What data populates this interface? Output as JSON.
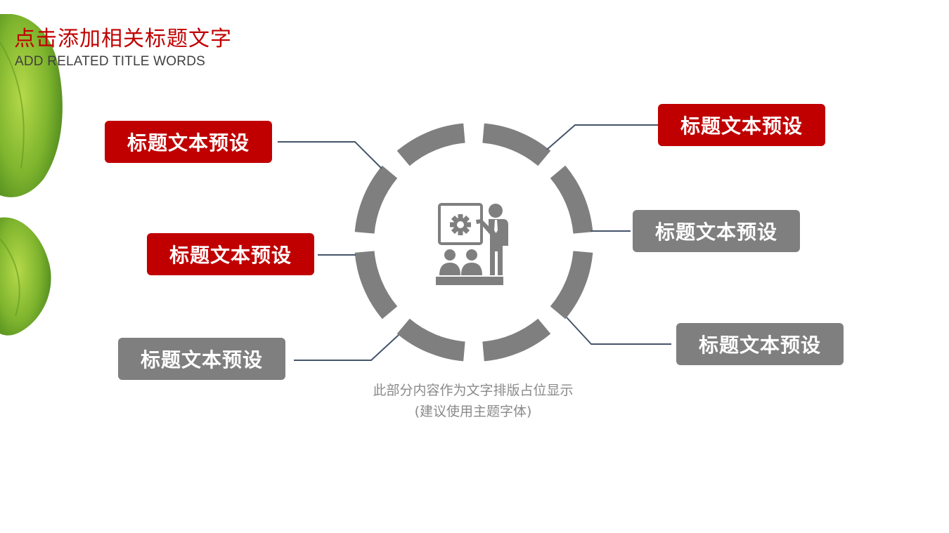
{
  "header": {
    "title": "点击添加相关标题文字",
    "subtitle": "ADD RELATED TITLE WORDS"
  },
  "colors": {
    "accent_red": "#c00000",
    "neutral_gray": "#7f7f7f",
    "connector_line": "#44546a",
    "caption_text": "#8a8a8a",
    "leaf_green": "#7fb52e"
  },
  "center_icon": "presentation-teacher-icon",
  "labels": [
    {
      "text": "标题文本预设",
      "variant": "red"
    },
    {
      "text": "标题文本预设",
      "variant": "red"
    },
    {
      "text": "标题文本预设",
      "variant": "gray"
    },
    {
      "text": "标题文本预设",
      "variant": "red"
    },
    {
      "text": "标题文本预设",
      "variant": "gray"
    },
    {
      "text": "标题文本预设",
      "variant": "gray"
    }
  ],
  "caption": {
    "line1": "此部分内容作为文字排版占位显示",
    "line2": "(建议使用主题字体)"
  }
}
